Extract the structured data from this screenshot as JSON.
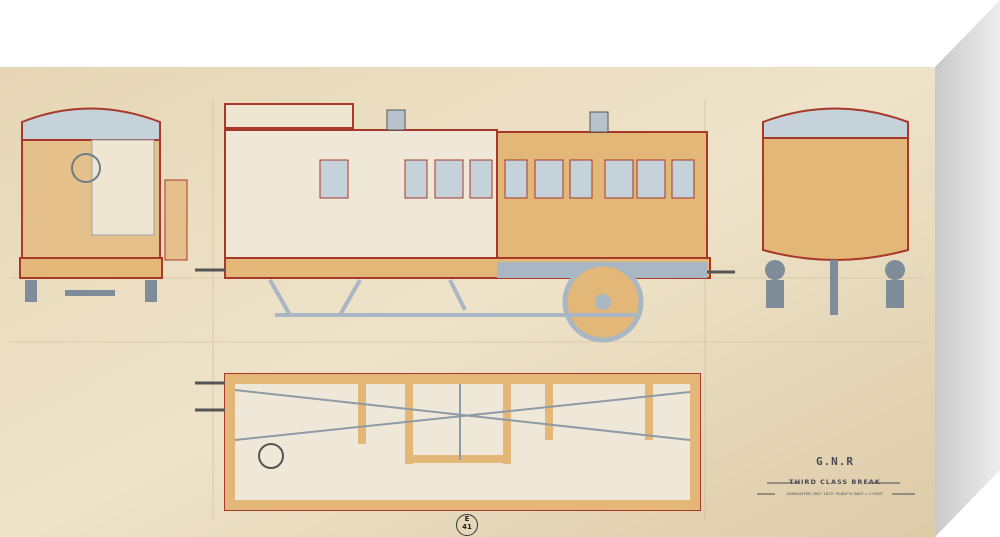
{
  "print": {
    "title": "G.N.R",
    "subtitle": "THIRD CLASS BREAK",
    "caption": "DONCASTER, DEC' 1872. SCALE ½ INCH = 1 FOOT",
    "stamp_letter": "E",
    "stamp_number": "41",
    "colors": {
      "paper": "#e9dcc0",
      "wood": "#e3b777",
      "iron": "#a9b6c4",
      "red": "#a7382a",
      "canvas_side": "#d4d4d4"
    }
  }
}
